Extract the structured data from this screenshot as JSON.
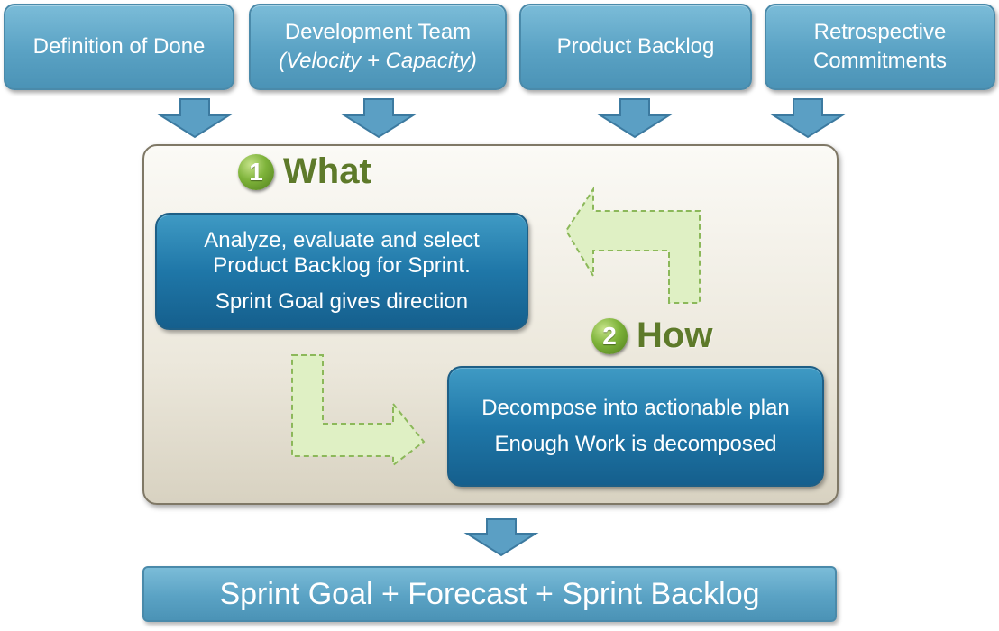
{
  "inputs": [
    {
      "line1": "Definition of Done",
      "line2": ""
    },
    {
      "line1": "Development Team",
      "line2": "(Velocity + Capacity)"
    },
    {
      "line1": "Product Backlog",
      "line2": ""
    },
    {
      "line1": "Retrospective",
      "line2": "Commitments"
    }
  ],
  "steps": {
    "what": {
      "number": "1",
      "title": "What",
      "lines": [
        "Analyze, evaluate and select",
        "Product Backlog for Sprint.",
        "Sprint Goal gives direction"
      ]
    },
    "how": {
      "number": "2",
      "title": "How",
      "lines": [
        "Decompose into actionable plan",
        "Enough Work is decomposed"
      ]
    }
  },
  "result": "Sprint Goal + Forecast + Sprint Backlog",
  "colors": {
    "input_fill": "#5aa2c4",
    "step_box_fill": "#1f77a8",
    "step_title": "#5e7a2a",
    "step_badge": "#7eb33a",
    "loop_arrow": "#dff0c4",
    "panel_fill": "#ece8dc"
  }
}
